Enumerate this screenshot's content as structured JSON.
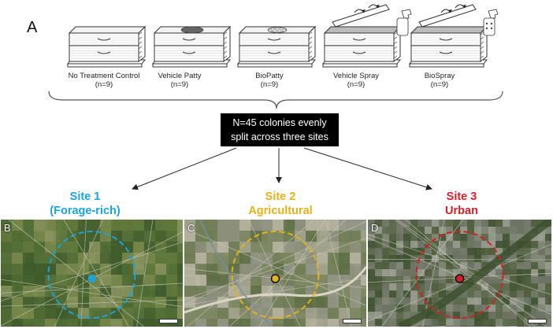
{
  "panel_a": {
    "letter": "A"
  },
  "treatments": [
    {
      "name": "No Treatment Control",
      "n": "(n=9)",
      "top": "plain"
    },
    {
      "name": "Vehicle Patty",
      "n": "(n=9)",
      "top": "patty"
    },
    {
      "name": "BioPatty",
      "n": "(n=9)",
      "top": "biopatty"
    },
    {
      "name": "Vehicle Spray",
      "n": "(n=9)",
      "top": "spray"
    },
    {
      "name": "BioSpray",
      "n": "(n=9)",
      "top": "biospray"
    }
  ],
  "summary": {
    "line1": "N=45 colonies evenly",
    "line2": "split across three sites"
  },
  "sites": [
    {
      "title": "Site 1",
      "subtitle": "(Forage-rich)",
      "color": "#1ba3dc",
      "panel": "B",
      "map_style": "farmland"
    },
    {
      "title": "Site 2",
      "subtitle": "Agricultural",
      "color": "#e4b21c",
      "panel": "C",
      "map_style": "mixed"
    },
    {
      "title": "Site 3",
      "subtitle": "Urban",
      "color": "#d2202a",
      "panel": "D",
      "map_style": "urban"
    }
  ],
  "colors": {
    "hive_stroke": "#333333",
    "hive_fill": "#ffffff",
    "patty_fill": "#666666",
    "brace": "#555555",
    "arrow": "#222222"
  }
}
